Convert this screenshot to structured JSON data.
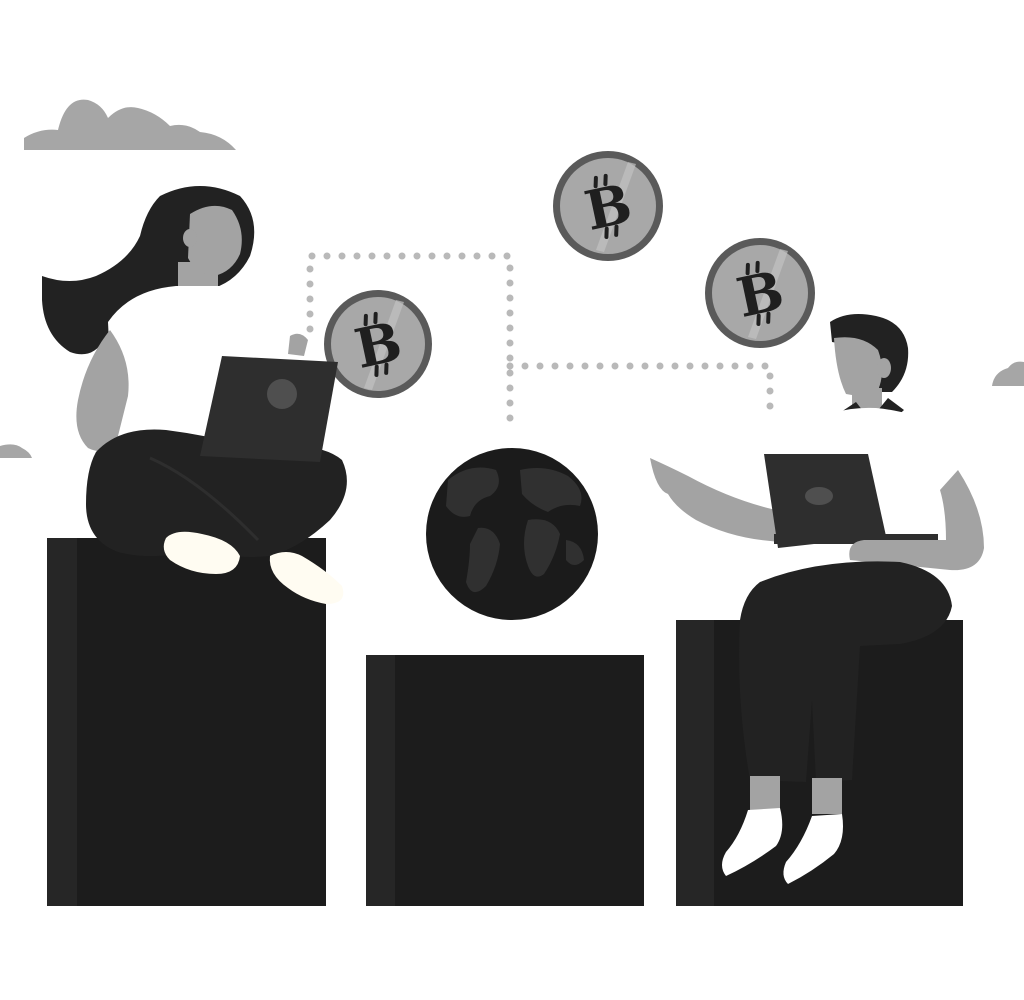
{
  "scene": {
    "description_free": true,
    "colors": {
      "background": "#ffffff",
      "block": "#1c1c1c",
      "block_side": "#262626",
      "cloud": "#a6a6a6",
      "coin_fill": "#a8a8a8",
      "coin_ring": "#5a5a5a",
      "coin_symbol": "#1f1f1f",
      "globe": "#1b1b1b",
      "globe_land": "#303030",
      "skin": "#a3a3a3",
      "shirt": "#ffffff",
      "hair": "#222222",
      "laptop": "#2e2e2e",
      "shoe": "#fffcf2",
      "dotted_line": "#b9b9b9"
    },
    "icons": {
      "coins": [
        "bitcoin-icon",
        "bitcoin-icon",
        "bitcoin-icon"
      ],
      "globe": "globe-icon",
      "clouds": [
        "cloud-icon",
        "cloud-icon",
        "cloud-icon"
      ]
    },
    "coins": [
      {
        "symbol": "B"
      },
      {
        "symbol": "B"
      },
      {
        "symbol": "B"
      }
    ]
  }
}
